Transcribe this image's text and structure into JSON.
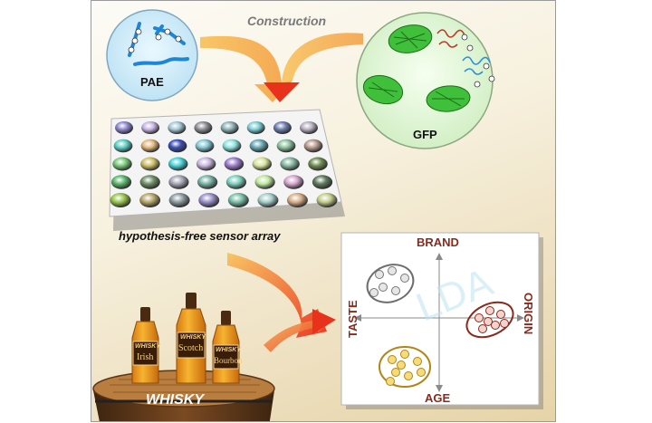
{
  "labels": {
    "construction": "Construction",
    "pae": "PAE",
    "gfp": "GFP",
    "sensor_array": "hypothesis-free sensor array",
    "whisky": "WHISKY"
  },
  "bottles": {
    "brand": "WHISKY",
    "types": [
      "Irish",
      "Scotch",
      "Bourbon"
    ]
  },
  "lda_plot": {
    "watermark": "LDA",
    "axis_top": "BRAND",
    "axis_bottom": "AGE",
    "axis_left": "TASTE",
    "axis_right": "ORIGIN"
  },
  "colors": {
    "arrow_red": "#e8321c",
    "arrow_orange": "#f6b14a",
    "cluster_gray": "#9a9a9a",
    "cluster_red": "#a83a2a",
    "cluster_gold": "#d9a520",
    "gfp_green": "#3fbf3a",
    "pae_blue": "#2d8fd8"
  },
  "array_wells": [
    [
      "#8f88cf",
      "#c9b6e6",
      "#a7c9d6",
      "#8e8f93",
      "#8fb2b6",
      "#7ed0d8",
      "#6f7fae",
      "#b9b2c2"
    ],
    [
      "#5fcfc6",
      "#e3b87f",
      "#3c4fb6",
      "#86c8d4",
      "#8ee4e1",
      "#6aa8b4",
      "#8fc3a0",
      "#b89c8e"
    ],
    [
      "#79c97a",
      "#cdbf6a",
      "#4ad2d6",
      "#c9b8df",
      "#9c7ecb",
      "#d8e59b",
      "#86b8a2",
      "#6f8c52"
    ],
    [
      "#5bb76c",
      "#6f8f67",
      "#a6a7b6",
      "#7ab3a6",
      "#7fd0be",
      "#bfeaa0",
      "#d6a8d0",
      "#5d7a5d"
    ],
    [
      "#99c64f",
      "#b7a66b",
      "#8a9ba2",
      "#9a90c9",
      "#7ac0a8",
      "#a6d0cc",
      "#d8b08a",
      "#c5cf8c"
    ]
  ]
}
